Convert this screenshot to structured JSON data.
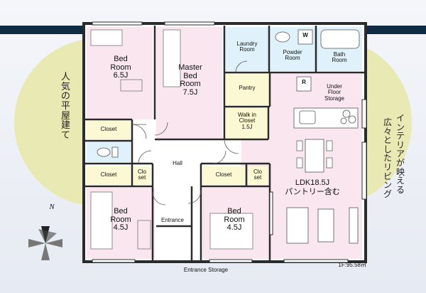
{
  "colors": {
    "background": "#eef1f7",
    "road": "#0f2a44",
    "sunlight": "#e9eab3",
    "wall": "#2b2b2b",
    "bedroom_fill": "#f9e6ee",
    "wet_area_fill": "#dff1fb",
    "pantry_fill": "#fbf8d4",
    "hall_fill": "#ffffff"
  },
  "rooms": {
    "bed1": {
      "lines": [
        "Bed",
        "Room",
        "6.5J"
      ]
    },
    "master": {
      "lines": [
        "Master",
        "Bed",
        "Room",
        "7.5J"
      ]
    },
    "laundry": {
      "lines": [
        "Laundry",
        "Room"
      ]
    },
    "powder": {
      "lines": [
        "Powder",
        "Room"
      ]
    },
    "bath": {
      "lines": [
        "Bath",
        "Room"
      ]
    },
    "pantry": {
      "lines": [
        "Pantry"
      ]
    },
    "underfloor": {
      "lines": [
        "Under",
        "Floor",
        "Storage"
      ]
    },
    "walkin": {
      "lines": [
        "Walk in",
        "Closet",
        "1.5J"
      ]
    },
    "closet_a": {
      "lines": [
        "Closet"
      ]
    },
    "closet_b": {
      "lines": [
        "Closet"
      ]
    },
    "closet_c": {
      "lines": [
        "Clo",
        "set"
      ]
    },
    "closet_d": {
      "lines": [
        "Closet"
      ]
    },
    "closet_e": {
      "lines": [
        "Clo",
        "set"
      ]
    },
    "hall": {
      "lines": [
        "Hall"
      ]
    },
    "ldk": {
      "lines": [
        "LDK18.5J",
        "パントリー含む"
      ]
    },
    "bed2": {
      "lines": [
        "Bed",
        "Room",
        "4.5J"
      ]
    },
    "bed3": {
      "lines": [
        "Bed",
        "Room",
        "4.5J"
      ]
    },
    "entrance": {
      "lines": [
        "Entrance"
      ]
    },
    "entrance_storage": {
      "lines": [
        "Entrance Storage"
      ]
    }
  },
  "fixtures": {
    "w": "W",
    "r": "R"
  },
  "floor_area": "1F:95.58㎡",
  "compass": {
    "north": "N"
  },
  "captions": {
    "left": [
      "人",
      "気",
      "の",
      "平",
      "屋",
      "建",
      "て"
    ],
    "right_col1": [
      "イ",
      "ン",
      "テ",
      "リ",
      "ア",
      "が",
      "映",
      "え",
      "る"
    ],
    "right_col2": [
      "広",
      "々",
      "と",
      "し",
      "た",
      "リ",
      "ビ",
      "ン",
      "グ"
    ]
  },
  "icons": [
    "compass-icon",
    "toilet-icon",
    "washbasin-icon",
    "bathtub-icon",
    "stove-icon",
    "sink-icon",
    "sofa-icon",
    "table-icon",
    "chair-icon",
    "bed-icon",
    "desk-icon",
    "window-icon",
    "door-icon"
  ]
}
